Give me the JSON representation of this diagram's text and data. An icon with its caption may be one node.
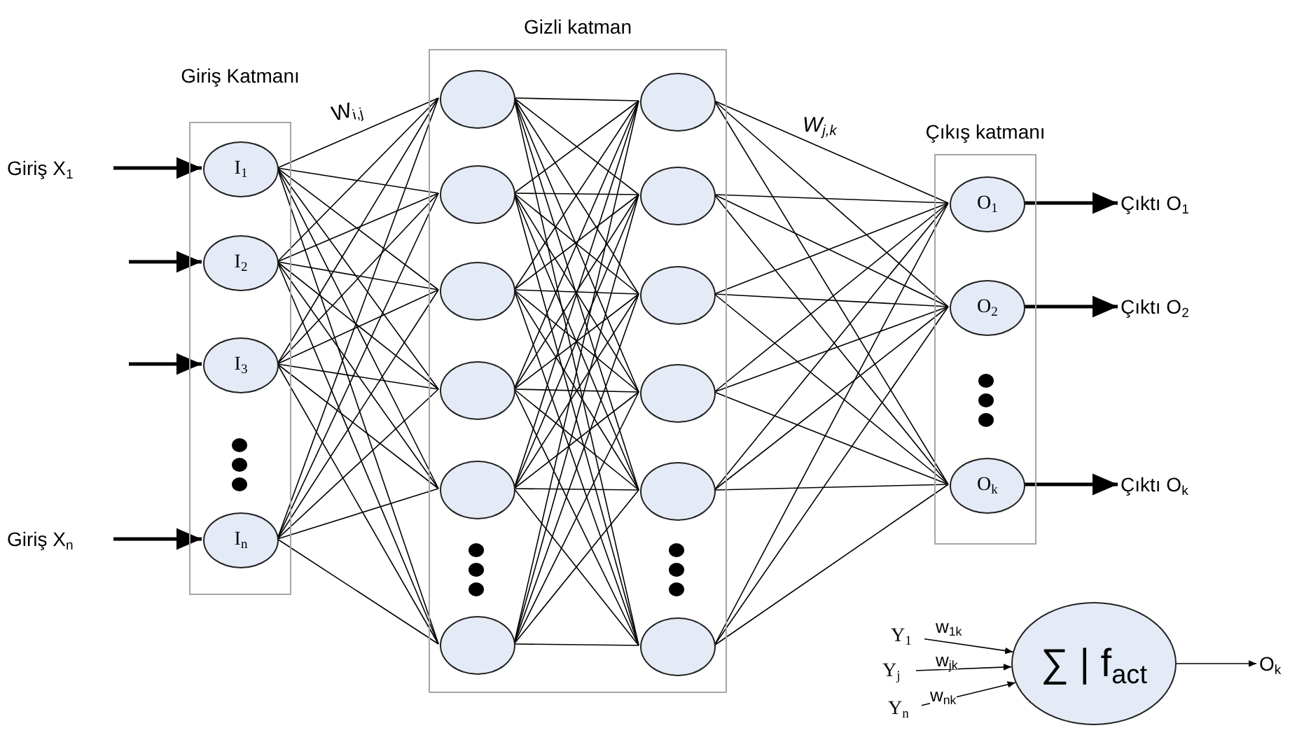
{
  "diagram": {
    "nodes": [
      {
        "text": [
          "Giriş Katmanı"
        ]
      },
      {
        "text": [
          "I$_{1}$"
        ],
        "in": 0
      },
      {
        "text": [
          "I$_{2}$"
        ],
        "in": 0
      },
      {
        "text": [
          "I$_{3}$"
        ],
        "in": 0
      },
      {
        "text": [
          "I$_{n}$"
        ],
        "in": 0
      },
      {
        "text": [
          "Gizli katman"
        ]
      },
      {
        "text": [],
        "shape": "circle",
        "in": 5
      },
      {
        "text": [],
        "shape": "circle",
        "in": 5
      },
      {
        "text": [],
        "shape": "circle",
        "in": 5
      },
      {
        "text": [],
        "shape": "circle",
        "in": 5
      },
      {
        "text": [],
        "shape": "circle",
        "in": 5
      },
      {
        "text": [],
        "shape": "circle",
        "in": 5
      },
      {
        "text": [],
        "shape": "circle",
        "in": 5
      },
      {
        "text": [],
        "shape": "circle",
        "in": 5
      },
      {
        "text": [],
        "shape": "circle",
        "in": 5
      },
      {
        "text": [],
        "shape": "circle",
        "in": 5
      },
      {
        "text": [],
        "shape": "circle",
        "in": 5
      },
      {
        "text": [],
        "shape": "circle",
        "in": 5
      },
      {
        "text": [
          "Çıkış katmanı"
        ]
      },
      {
        "text": [
          "O$_{1}$"
        ],
        "in": 18
      },
      {
        "text": [
          "O$_{2}$"
        ],
        "in": 18
      },
      {
        "text": [
          "O$_{k}$"
        ],
        "in": 18
      },
      {
        "text": [
          "Giriş X$_{1}$"
        ]
      },
      {
        "text": [
          "Giriş X$_{n}$"
        ]
      },
      {
        "text": [
          "Çıktı O$_{1}$"
        ]
      },
      {
        "text": [
          "Çıktı O$_{2}$"
        ]
      },
      {
        "text": [
          "Çıktı O$_{k}$"
        ]
      },
      {
        "text": [
          "Y$_{1}$"
        ]
      },
      {
        "text": [
          "Y$_{j}$"
        ]
      },
      {
        "text": [
          "Y$_{n}$"
        ]
      },
      {
        "text": [
          "∑ | f$_{act}$"
        ]
      },
      {
        "text": [
          "O$_{k}$"
        ]
      }
    ],
    "edges": [
      {
        "from": 22,
        "to": 1,
        "arrow": "to",
        "style": "thick"
      },
      {
        "from": null,
        "to": 2,
        "arrow": "to",
        "style": "thick"
      },
      {
        "from": null,
        "to": 3,
        "arrow": "to",
        "style": "thick"
      },
      {
        "from": 23,
        "to": 4,
        "arrow": "to",
        "style": "thick"
      },
      {
        "from": 1,
        "to": 6,
        "arrow": "none"
      },
      {
        "from": 1,
        "to": 7,
        "arrow": "none"
      },
      {
        "from": 1,
        "to": 8,
        "arrow": "none"
      },
      {
        "from": 1,
        "to": 9,
        "arrow": "none"
      },
      {
        "from": 1,
        "to": 10,
        "arrow": "none"
      },
      {
        "from": 1,
        "to": 11,
        "arrow": "none"
      },
      {
        "from": 2,
        "to": 6,
        "arrow": "none"
      },
      {
        "from": 2,
        "to": 7,
        "arrow": "none"
      },
      {
        "from": 2,
        "to": 8,
        "arrow": "none"
      },
      {
        "from": 2,
        "to": 9,
        "arrow": "none"
      },
      {
        "from": 2,
        "to": 10,
        "arrow": "none"
      },
      {
        "from": 2,
        "to": 11,
        "arrow": "none"
      },
      {
        "from": 3,
        "to": 6,
        "arrow": "none"
      },
      {
        "from": 3,
        "to": 7,
        "arrow": "none"
      },
      {
        "from": 3,
        "to": 8,
        "arrow": "none"
      },
      {
        "from": 3,
        "to": 9,
        "arrow": "none"
      },
      {
        "from": 3,
        "to": 10,
        "arrow": "none"
      },
      {
        "from": 3,
        "to": 11,
        "arrow": "none"
      },
      {
        "from": 4,
        "to": 6,
        "arrow": "none"
      },
      {
        "from": 4,
        "to": 7,
        "arrow": "none"
      },
      {
        "from": 4,
        "to": 8,
        "arrow": "none"
      },
      {
        "from": 4,
        "to": 9,
        "arrow": "none"
      },
      {
        "from": 4,
        "to": 10,
        "arrow": "none"
      },
      {
        "from": 4,
        "to": 11,
        "arrow": "none"
      },
      {
        "from": 6,
        "to": 12,
        "arrow": "none"
      },
      {
        "from": 6,
        "to": 13,
        "arrow": "none"
      },
      {
        "from": 6,
        "to": 14,
        "arrow": "none"
      },
      {
        "from": 6,
        "to": 15,
        "arrow": "none"
      },
      {
        "from": 6,
        "to": 16,
        "arrow": "none"
      },
      {
        "from": 6,
        "to": 17,
        "arrow": "none"
      },
      {
        "from": 7,
        "to": 12,
        "arrow": "none"
      },
      {
        "from": 7,
        "to": 13,
        "arrow": "none"
      },
      {
        "from": 7,
        "to": 14,
        "arrow": "none"
      },
      {
        "from": 7,
        "to": 15,
        "arrow": "none"
      },
      {
        "from": 7,
        "to": 16,
        "arrow": "none"
      },
      {
        "from": 7,
        "to": 17,
        "arrow": "none"
      },
      {
        "from": 8,
        "to": 12,
        "arrow": "none"
      },
      {
        "from": 8,
        "to": 13,
        "arrow": "none"
      },
      {
        "from": 8,
        "to": 14,
        "arrow": "none"
      },
      {
        "from": 8,
        "to": 15,
        "arrow": "none"
      },
      {
        "from": 8,
        "to": 16,
        "arrow": "none"
      },
      {
        "from": 8,
        "to": 17,
        "arrow": "none"
      },
      {
        "from": 9,
        "to": 12,
        "arrow": "none"
      },
      {
        "from": 9,
        "to": 13,
        "arrow": "none"
      },
      {
        "from": 9,
        "to": 14,
        "arrow": "none"
      },
      {
        "from": 9,
        "to": 15,
        "arrow": "none"
      },
      {
        "from": 9,
        "to": 16,
        "arrow": "none"
      },
      {
        "from": 9,
        "to": 17,
        "arrow": "none"
      },
      {
        "from": 10,
        "to": 12,
        "arrow": "none"
      },
      {
        "from": 10,
        "to": 13,
        "arrow": "none"
      },
      {
        "from": 10,
        "to": 14,
        "arrow": "none"
      },
      {
        "from": 10,
        "to": 15,
        "arrow": "none"
      },
      {
        "from": 10,
        "to": 16,
        "arrow": "none"
      },
      {
        "from": 10,
        "to": 17,
        "arrow": "none"
      },
      {
        "from": 11,
        "to": 12,
        "arrow": "none"
      },
      {
        "from": 11,
        "to": 13,
        "arrow": "none"
      },
      {
        "from": 11,
        "to": 14,
        "arrow": "none"
      },
      {
        "from": 11,
        "to": 15,
        "arrow": "none"
      },
      {
        "from": 11,
        "to": 16,
        "arrow": "none"
      },
      {
        "from": 11,
        "to": 17,
        "arrow": "none"
      },
      {
        "from": 12,
        "to": 19,
        "arrow": "none"
      },
      {
        "from": 12,
        "to": 20,
        "arrow": "none"
      },
      {
        "from": 12,
        "to": 21,
        "arrow": "none"
      },
      {
        "from": 13,
        "to": 19,
        "arrow": "none"
      },
      {
        "from": 13,
        "to": 20,
        "arrow": "none"
      },
      {
        "from": 13,
        "to": 21,
        "arrow": "none"
      },
      {
        "from": 14,
        "to": 19,
        "arrow": "none"
      },
      {
        "from": 14,
        "to": 20,
        "arrow": "none"
      },
      {
        "from": 14,
        "to": 21,
        "arrow": "none"
      },
      {
        "from": 15,
        "to": 19,
        "arrow": "none"
      },
      {
        "from": 15,
        "to": 20,
        "arrow": "none"
      },
      {
        "from": 15,
        "to": 21,
        "arrow": "none"
      },
      {
        "from": 16,
        "to": 19,
        "arrow": "none"
      },
      {
        "from": 16,
        "to": 20,
        "arrow": "none"
      },
      {
        "from": 16,
        "to": 21,
        "arrow": "none"
      },
      {
        "from": 17,
        "to": 19,
        "arrow": "none"
      },
      {
        "from": 17,
        "to": 20,
        "arrow": "none"
      },
      {
        "from": 17,
        "to": 21,
        "arrow": "none"
      },
      {
        "from": 19,
        "to": 24,
        "arrow": "to",
        "style": "thick"
      },
      {
        "from": 20,
        "to": 25,
        "arrow": "to",
        "style": "thick"
      },
      {
        "from": 21,
        "to": 26,
        "arrow": "to",
        "style": "thick"
      },
      {
        "from": 27,
        "to": 30,
        "arrow": "to",
        "label": "w$_{1k}$"
      },
      {
        "from": 28,
        "to": 30,
        "arrow": "to",
        "label": "w$_{jk}$"
      },
      {
        "from": 29,
        "to": 30,
        "arrow": "to",
        "label": "w$_{nk}$"
      },
      {
        "from": 30,
        "to": 31,
        "arrow": "to"
      }
    ],
    "labels": [
      "W$_{i,j}$",
      "W$_{j,k}$"
    ]
  }
}
